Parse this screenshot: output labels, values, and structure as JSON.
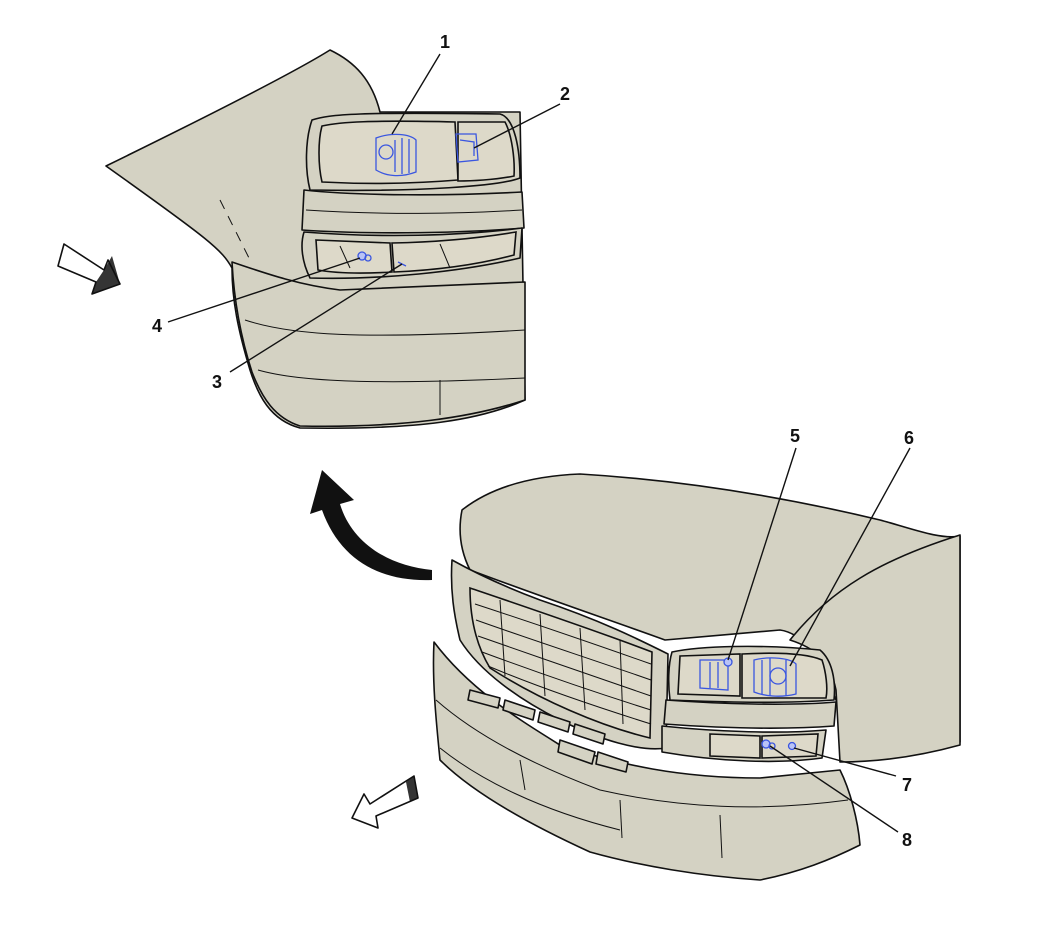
{
  "callouts": [
    {
      "id": "1",
      "label": "1"
    },
    {
      "id": "2",
      "label": "2"
    },
    {
      "id": "3",
      "label": "3"
    },
    {
      "id": "4",
      "label": "4"
    },
    {
      "id": "5",
      "label": "5"
    },
    {
      "id": "6",
      "label": "6"
    },
    {
      "id": "7",
      "label": "7"
    },
    {
      "id": "8",
      "label": "8"
    }
  ],
  "colors": {
    "body": "#d4d2c3",
    "outline": "#111111",
    "highlight": "#3a56e0",
    "highlight_fill": "#b9c3f6"
  },
  "icons": {
    "front_arrow_top": "direction-arrow-icon",
    "front_arrow_bottom": "direction-arrow-icon",
    "detail_arrow": "curved-arrow-icon"
  }
}
